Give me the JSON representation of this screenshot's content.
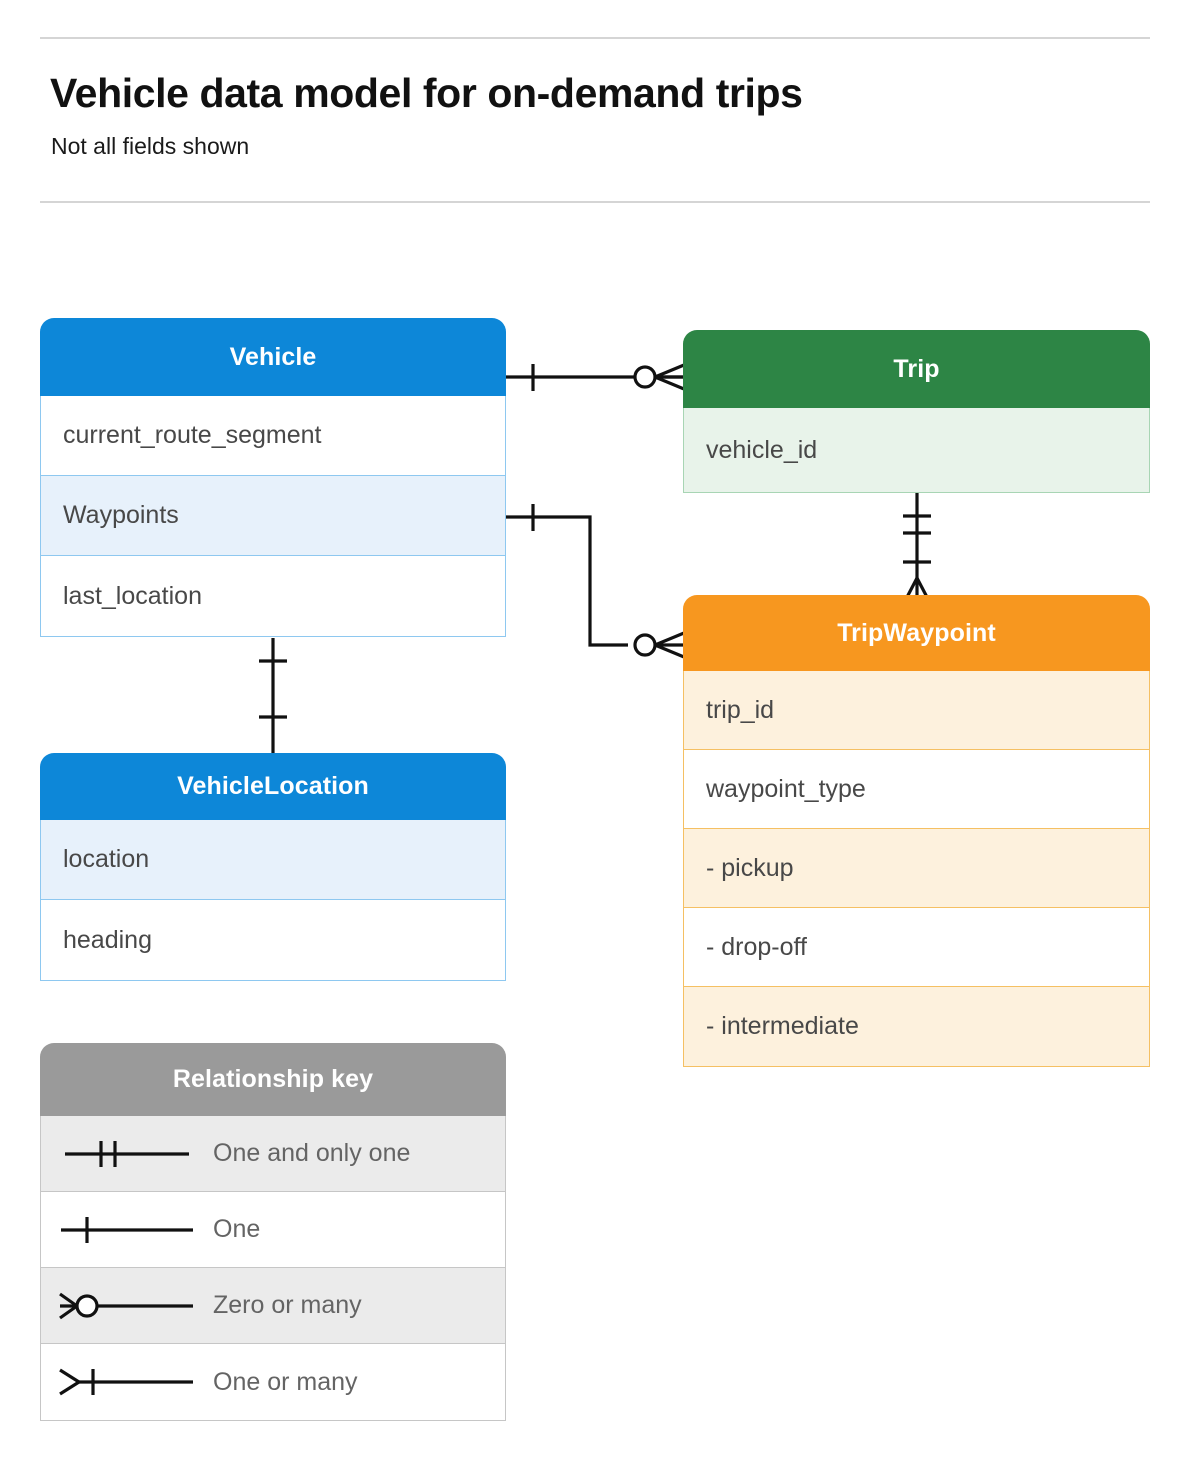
{
  "header": {
    "title": "Vehicle data model for on-demand trips",
    "subtitle": "Not all fields shown"
  },
  "colors": {
    "blue": "#0d87d8",
    "blue_row": "#e7f1fb",
    "green": "#2d8545",
    "green_row": "#e8f3ea",
    "orange": "#f7971f",
    "orange_row": "#fdf1dd",
    "gray": "#9a9a9a",
    "gray_row": "#ebebeb",
    "text": "#484848",
    "line": "#111111"
  },
  "entities": [
    {
      "name": "Vehicle",
      "theme": "blue",
      "rows": [
        {
          "label": "current_route_segment",
          "shade": "plain"
        },
        {
          "label": "Waypoints",
          "shade": "alt"
        },
        {
          "label": "last_location",
          "shade": "plain"
        }
      ]
    },
    {
      "name": "Trip",
      "theme": "green",
      "rows": [
        {
          "label": "vehicle_id",
          "shade": "alt"
        }
      ]
    },
    {
      "name": "TripWaypoint",
      "theme": "orange",
      "rows": [
        {
          "label": "trip_id",
          "shade": "alt"
        },
        {
          "label": "waypoint_type",
          "shade": "plain"
        },
        {
          "label": "-  pickup",
          "shade": "alt"
        },
        {
          "label": "-  drop-off",
          "shade": "plain"
        },
        {
          "label": "-  intermediate",
          "shade": "alt"
        }
      ]
    },
    {
      "name": "VehicleLocation",
      "theme": "blue",
      "rows": [
        {
          "label": "location",
          "shade": "alt"
        },
        {
          "label": "heading",
          "shade": "plain"
        }
      ]
    }
  ],
  "legend": {
    "title": "Relationship key",
    "items": [
      {
        "label": "One and only one",
        "symbol": "one-and-only-one-symbol",
        "shade": "alt"
      },
      {
        "label": "One",
        "symbol": "one-symbol",
        "shade": "plain"
      },
      {
        "label": "Zero or many",
        "symbol": "zero-or-many-symbol",
        "shade": "alt"
      },
      {
        "label": "One or many",
        "symbol": "one-or-many-symbol",
        "shade": "plain"
      }
    ]
  },
  "relationships": [
    {
      "from": "Vehicle",
      "to": "Trip",
      "from_cardinality": "One",
      "to_cardinality": "Zero or many"
    },
    {
      "from": "Vehicle.Waypoints",
      "to": "TripWaypoint",
      "from_cardinality": "One",
      "to_cardinality": "Zero or many"
    },
    {
      "from": "Trip",
      "to": "TripWaypoint",
      "from_cardinality": "One and only one",
      "to_cardinality": "One or many"
    },
    {
      "from": "Vehicle",
      "to": "VehicleLocation",
      "from_cardinality": "One",
      "to_cardinality": "One"
    }
  ]
}
